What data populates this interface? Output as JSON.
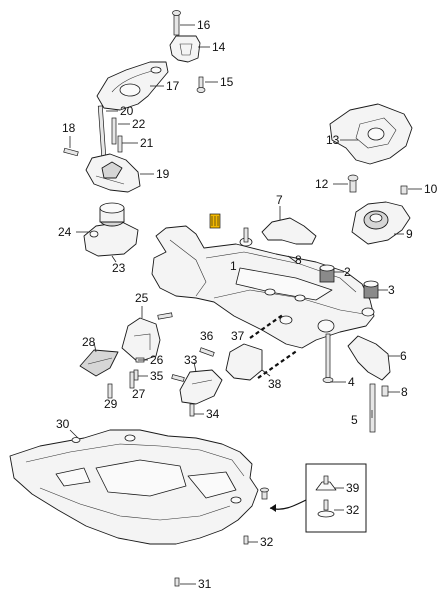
{
  "diagram": {
    "callouts": {
      "c1": "1",
      "c2": "2",
      "c3": "3",
      "c4": "4",
      "c5": "5",
      "c6": "6",
      "c7": "7",
      "c8a": "8",
      "c8b": "8",
      "c9": "9",
      "c10": "10",
      "c12": "12",
      "c13": "13",
      "c14": "14",
      "c15": "15",
      "c16": "16",
      "c17": "17",
      "c18": "18",
      "c19": "19",
      "c20": "20",
      "c21": "21",
      "c22": "22",
      "c23": "23",
      "c24": "24",
      "c25": "25",
      "c26": "26",
      "c27": "27",
      "c28": "28",
      "c29": "29",
      "c30": "30",
      "c31": "31",
      "c32a": "32",
      "c32b": "32",
      "c33": "33",
      "c34": "34",
      "c35": "35",
      "c36": "36",
      "c37": "37",
      "c38": "38",
      "c39": "39"
    },
    "highlight_color": "#f2b800"
  }
}
